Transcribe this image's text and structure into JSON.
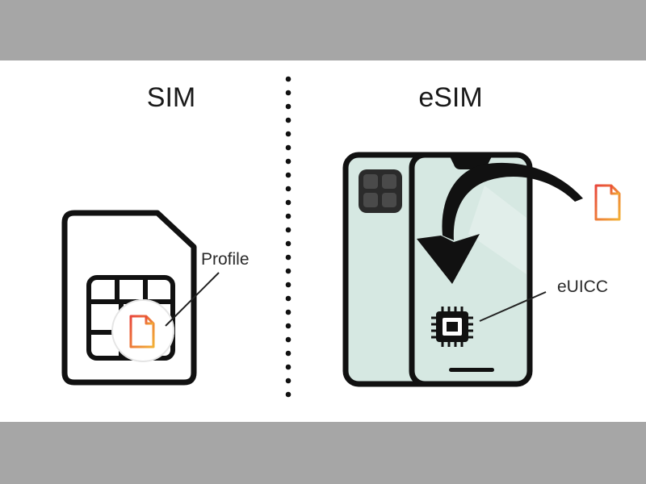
{
  "left_panel": {
    "title": "SIM",
    "callout_label": "Profile",
    "icons": [
      "sim-card-icon",
      "profile-document-icon"
    ]
  },
  "right_panel": {
    "title": "eSIM",
    "callout_label": "eUICC",
    "icons": [
      "phone-back-icon",
      "phone-front-icon",
      "curved-arrow-icon",
      "chip-icon",
      "profile-document-icon"
    ]
  },
  "colors": {
    "background_band": "#a6a6a6",
    "panel": "#ffffff",
    "phone_fill": "#d6e8e2",
    "document_gradient_start": "#e8463b",
    "document_gradient_end": "#f2b035",
    "outline": "#111111"
  }
}
